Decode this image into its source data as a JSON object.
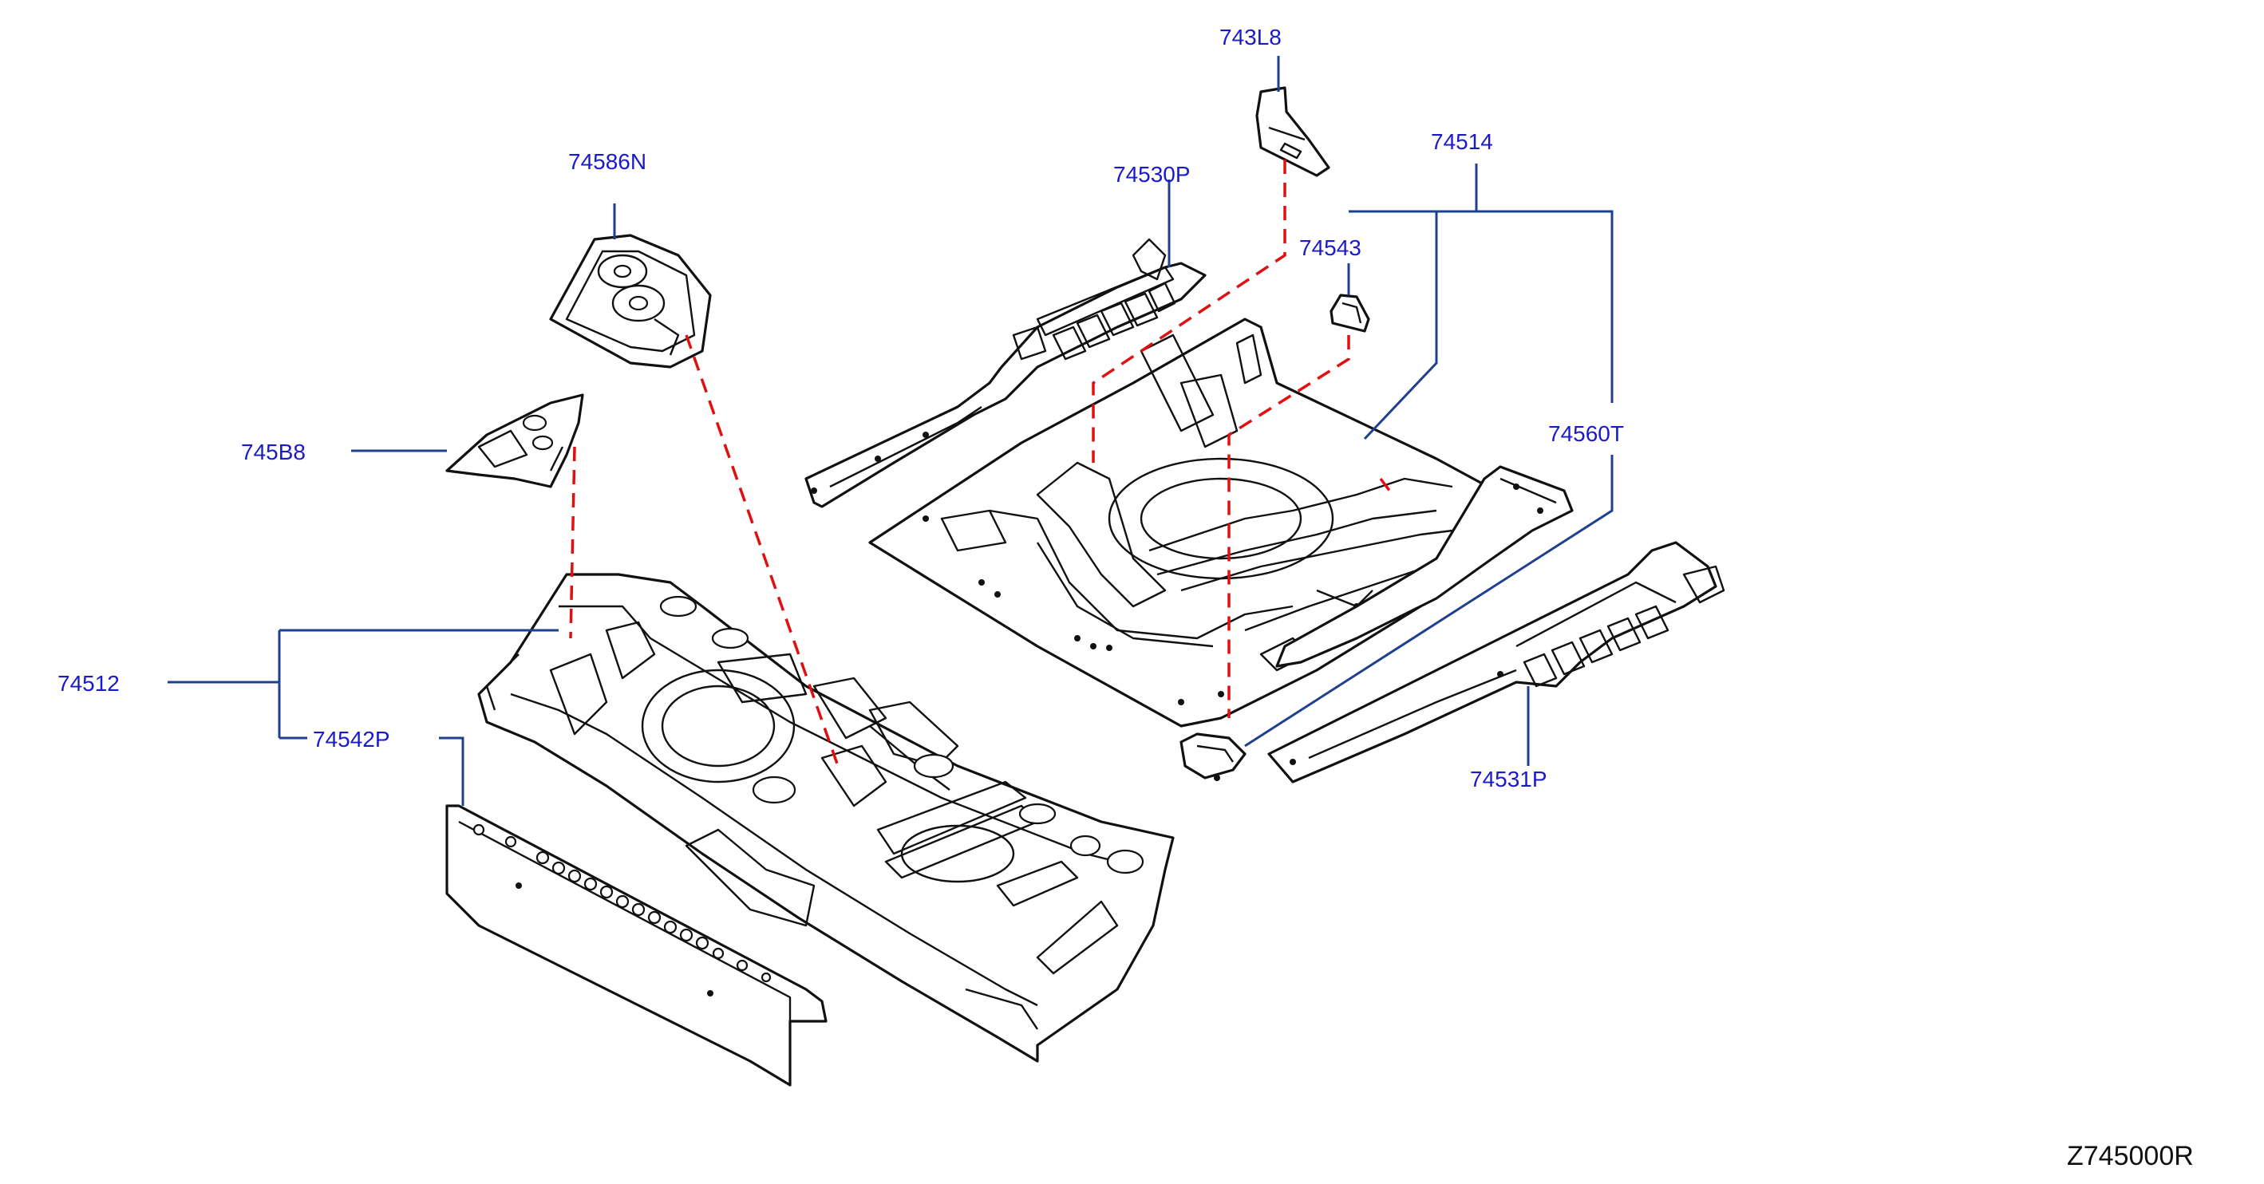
{
  "diagram": {
    "callouts": {
      "c743L8": "743L8",
      "c74586N": "74586N",
      "c74530P": "74530P",
      "c74514": "74514",
      "c74543": "74543",
      "c745B8": "745B8",
      "c74560T": "74560T",
      "c74512": "74512",
      "c74542P": "74542P",
      "c74531P": "74531P"
    },
    "drawing_code": "Z745000R",
    "colors": {
      "callout_text": "#1a1acc",
      "leader_line": "#1f3f8f",
      "dashed_guide": "#e01010",
      "outline": "#111111"
    }
  }
}
